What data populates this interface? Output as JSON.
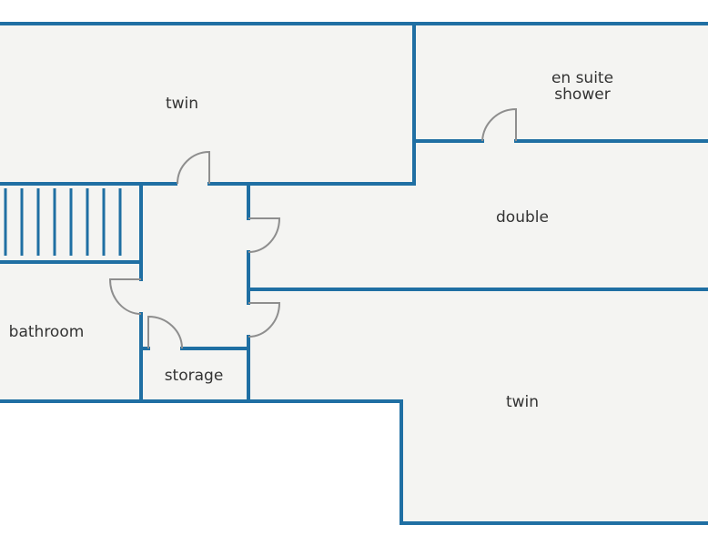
{
  "floorplan": {
    "colors": {
      "wall": "#1f6fa3",
      "floor": "#f4f4f2",
      "door": "#8e8e8e",
      "text": "#333333"
    },
    "rooms": {
      "twin_top": "twin",
      "ensuite_line1": "en suite",
      "ensuite_line2": "shower",
      "double": "double",
      "bathroom": "bathroom",
      "storage": "storage",
      "twin_bottom": "twin"
    }
  }
}
